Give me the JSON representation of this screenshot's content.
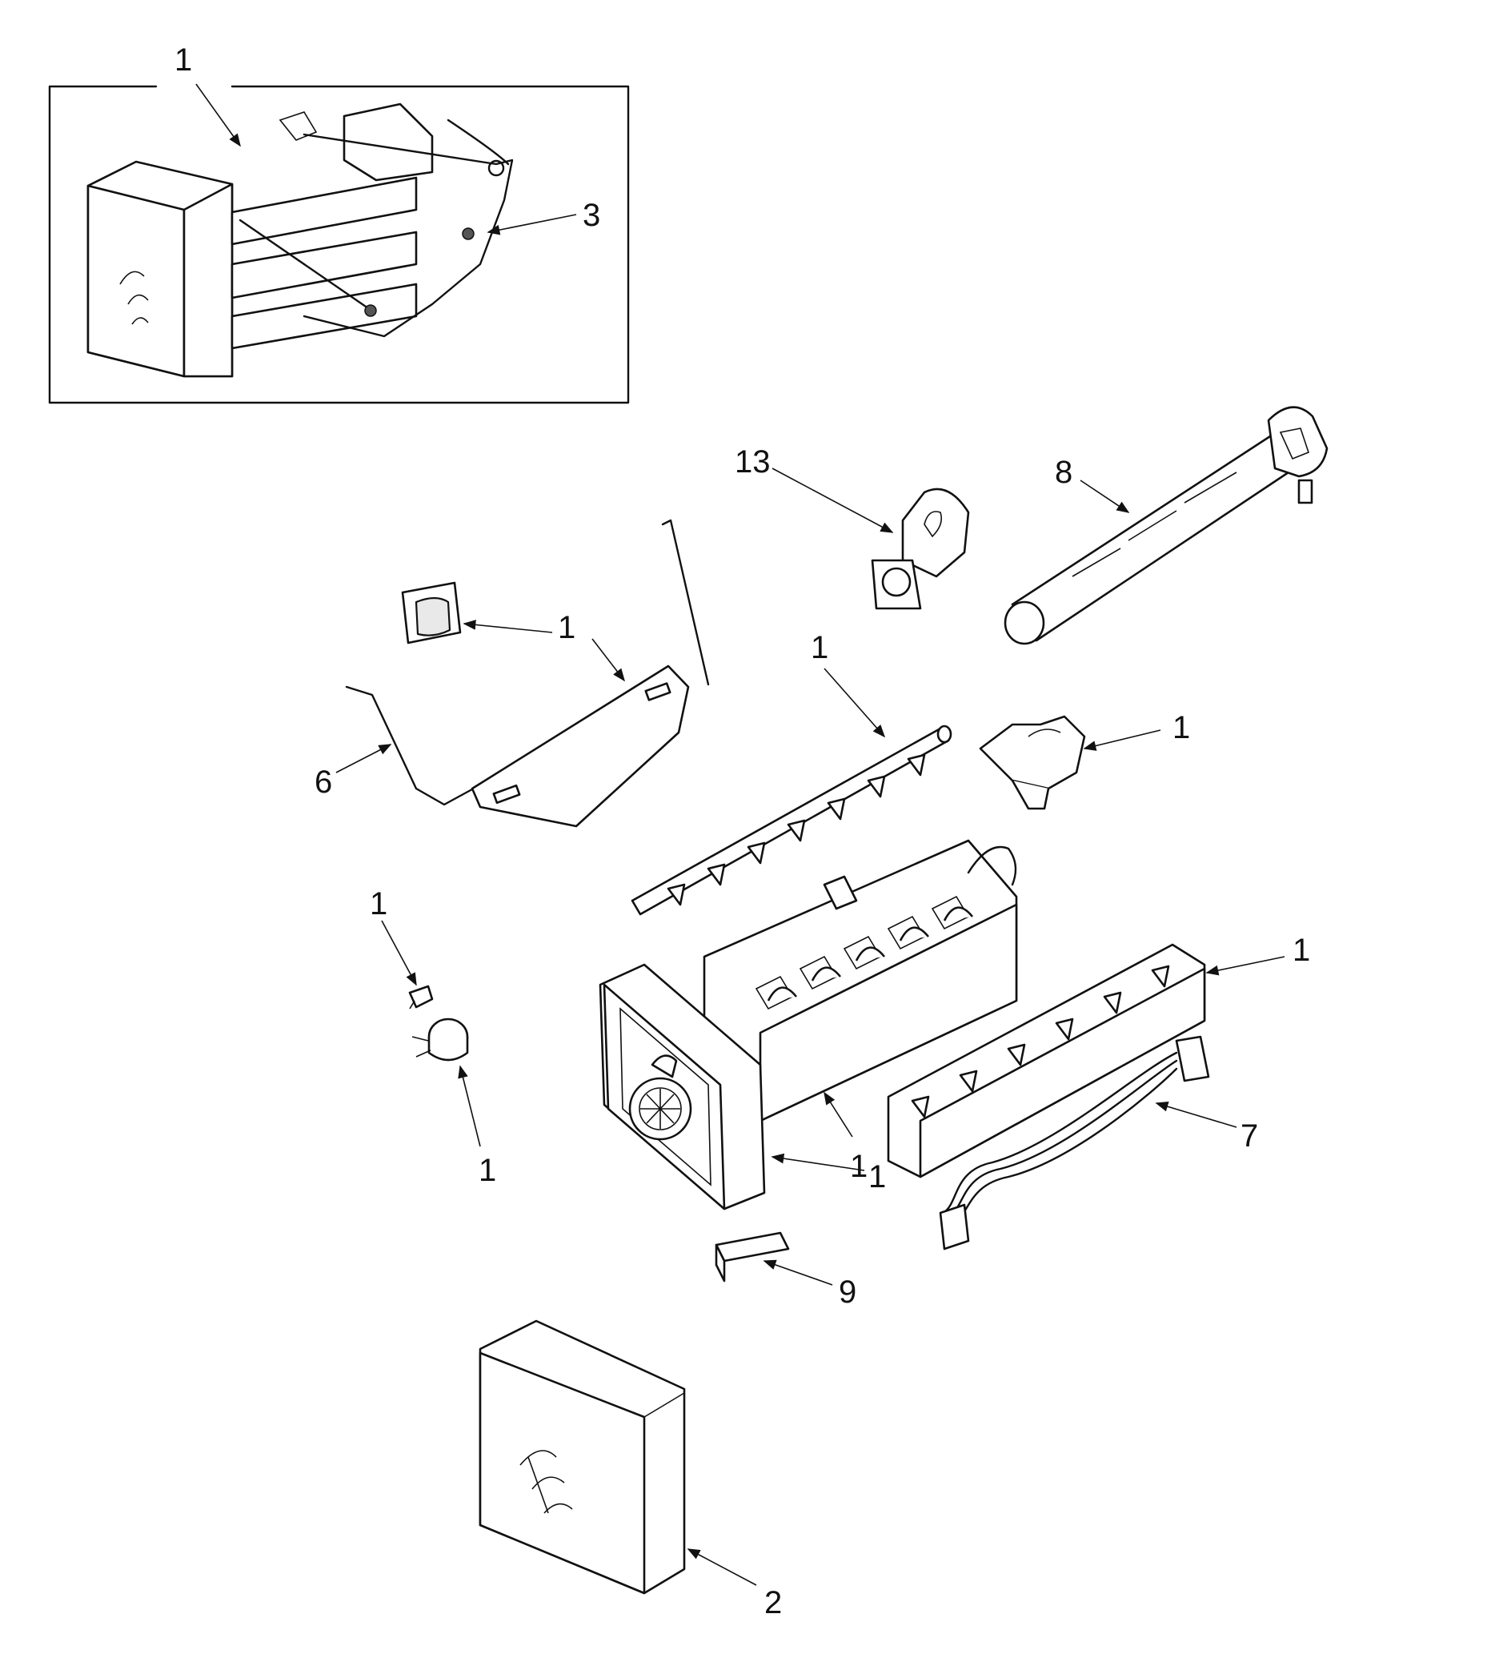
{
  "diagram": {
    "callouts": {
      "inset_assembly": "1",
      "inset_screws": "3",
      "shutoff_arm_clip": "1",
      "mold_cover": "1",
      "shutoff_wire": "6",
      "bearing_13": "13",
      "fill_tube": "8",
      "ejector": "1",
      "stripper_bracket": "1",
      "thermostat_clip": "1",
      "thermostat": "1",
      "main_housing": "1",
      "mold_front": "1",
      "heater_side": "1",
      "wire_harness": "7",
      "bracket_9": "9",
      "front_cover": "2"
    }
  }
}
